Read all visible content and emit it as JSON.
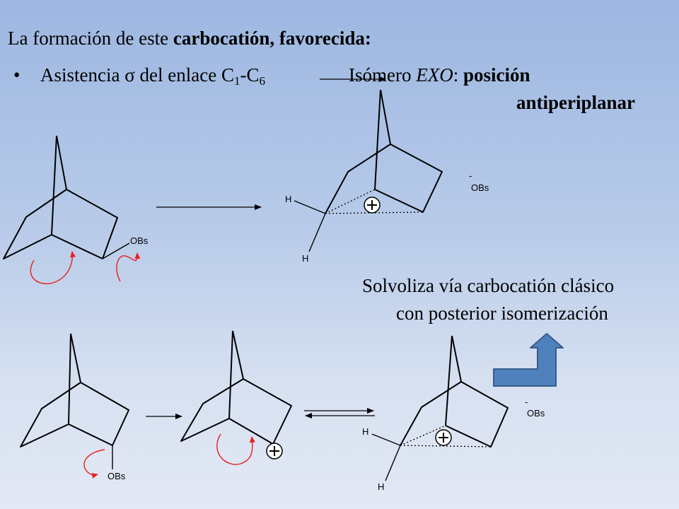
{
  "title": {
    "text": "La formación de este ",
    "bold": "carbocatión, favorecida:"
  },
  "bullet": {
    "marker": "•",
    "prefix": "Asistencia ",
    "sigma": "σ",
    "mid": " del enlace C",
    "sub1": "1",
    "dash": "-C",
    "sub2": "6",
    "result_prefix": "Isómero ",
    "result_italic": "EXO",
    "result_colon": ": ",
    "result_bold": "posición",
    "result_bold2": "antiperiplanar"
  },
  "note": {
    "line1": "Solvoliza vía carbocatión clásico",
    "line2": "con posterior isomerización"
  },
  "labels": {
    "obs": "OBs",
    "h": "H",
    "minus": "-",
    "plus": "+"
  },
  "colors": {
    "bond": "#000000",
    "arrow_red": "#e8201c",
    "block_arrow": "#4f81bd",
    "block_arrow_edge": "#385d8a"
  }
}
